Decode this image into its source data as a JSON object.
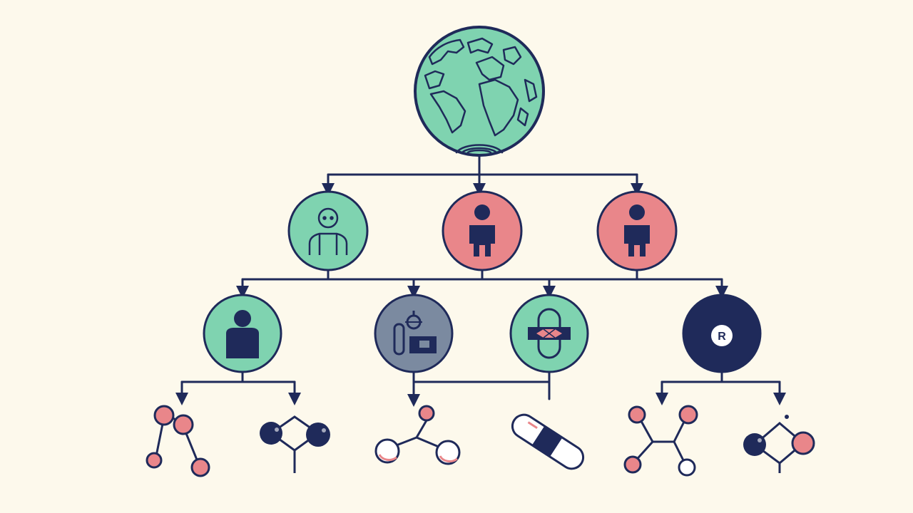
{
  "colors": {
    "background": "#fdf9ec",
    "navy": "#1f2a5a",
    "mint": "#7fd3b0",
    "coral": "#e9868a",
    "slate": "#7b8aa0",
    "white": "#ffffff"
  },
  "root": {
    "icon": "globe-icon"
  },
  "level1": [
    {
      "icon": "person-outline-icon",
      "color": "mint"
    },
    {
      "icon": "person-icon",
      "color": "coral"
    },
    {
      "icon": "person-icon",
      "color": "coral"
    }
  ],
  "level2": [
    {
      "icon": "person-icon",
      "color": "mint"
    },
    {
      "icon": "robot-machine-icon",
      "color": "slate"
    },
    {
      "icon": "bandage-icon",
      "color": "mint"
    },
    {
      "icon": "registered-mark-icon",
      "color": "navy",
      "label": "R"
    }
  ],
  "level3": [
    {
      "icon": "molecule-chain-icon"
    },
    {
      "icon": "molecule-ring-icon"
    },
    {
      "icon": "molecule-branch-icon"
    },
    {
      "icon": "capsule-pill-icon"
    },
    {
      "icon": "molecule-cross-icon"
    },
    {
      "icon": "molecule-square-icon"
    }
  ]
}
